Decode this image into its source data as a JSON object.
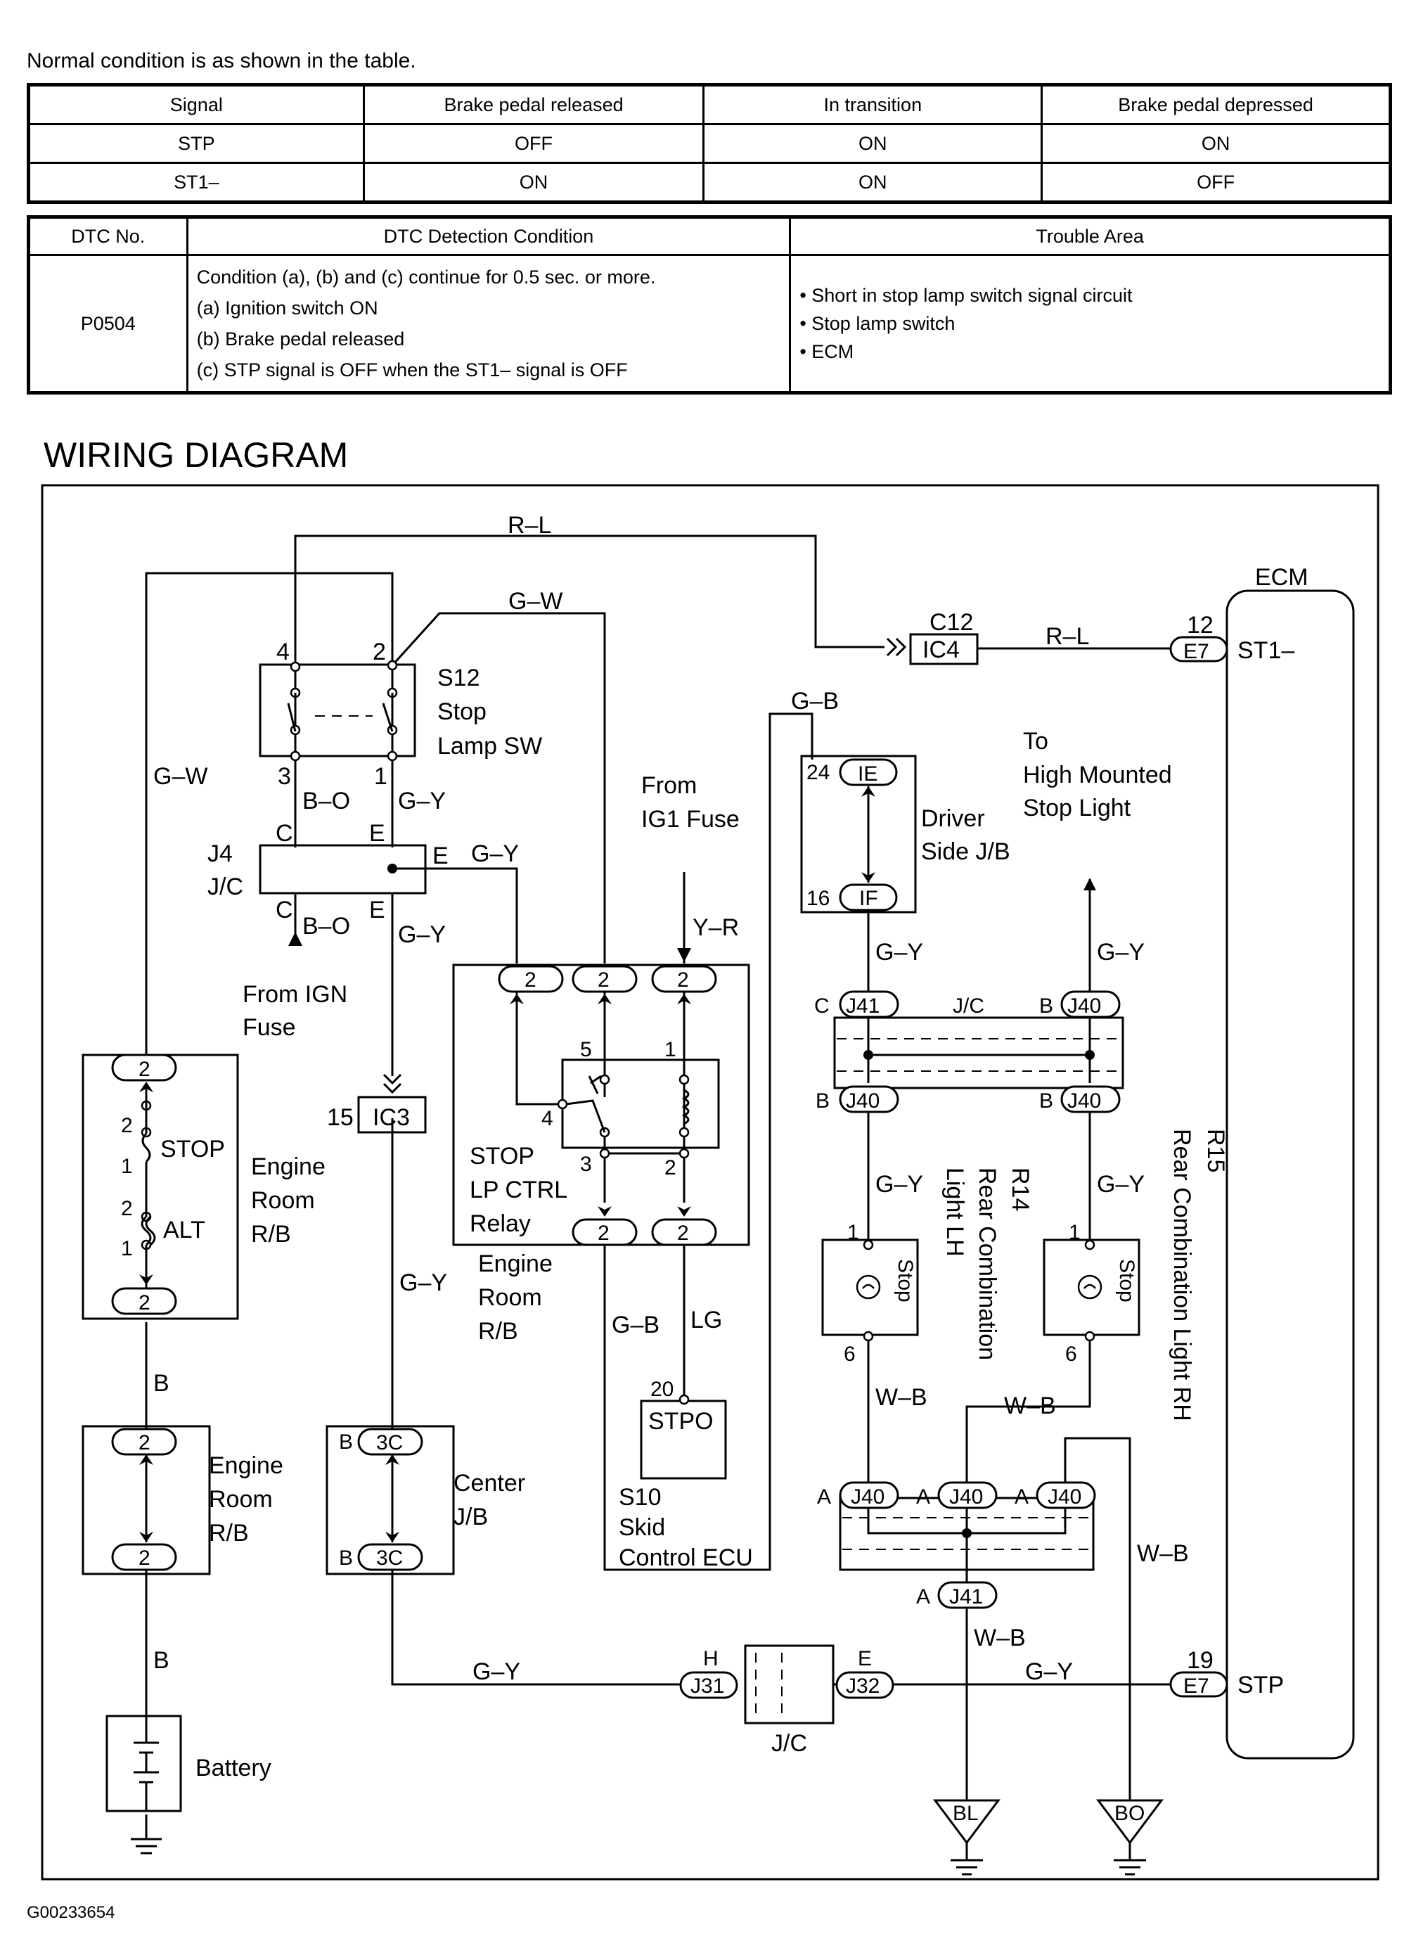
{
  "intro": "Normal condition is as shown in the table.",
  "signal_table": {
    "headers": [
      "Signal",
      "Brake pedal released",
      "In transition",
      "Brake pedal depressed"
    ],
    "rows": [
      [
        "STP",
        "OFF",
        "ON",
        "ON"
      ],
      [
        "ST1–",
        "ON",
        "ON",
        "OFF"
      ]
    ]
  },
  "dtc_table": {
    "headers": [
      "DTC No.",
      "DTC Detection Condition",
      "Trouble Area"
    ],
    "code": "P0504",
    "conditions": [
      "Condition (a), (b) and (c) continue for 0.5 sec. or more.",
      "(a) Ignition switch ON",
      "(b) Brake pedal released",
      "(c) STP signal is OFF when the ST1– signal is OFF"
    ],
    "areas": [
      "• Short in stop lamp switch signal circuit",
      "• Stop lamp switch",
      "• ECM"
    ]
  },
  "diagram_title": "WIRING DIAGRAM",
  "figure_id": "G00233654",
  "diagram": {
    "wires": {
      "rl_top": "R–L",
      "rl_ecm": "R–L",
      "gw_top": "G–W",
      "gw_left": "G–W",
      "gb_top": "G–B",
      "bo_upper": "B–O",
      "gy_upper": "G–Y",
      "gy_j4e": "G–Y",
      "bo_lower": "B–O",
      "gy_lower": "G–Y",
      "yr": "Y–R",
      "gy_ic3": "G–Y",
      "gb_relay": "G–B",
      "lg": "LG",
      "b_upper": "B",
      "b_lower": "B",
      "gy_jb": "G–Y",
      "gy_hm": "G–Y",
      "gy_lh": "G–Y",
      "gy_rh": "G–Y",
      "wb_lh": "W–B",
      "wb_rh": "W–B",
      "wb_right": "W–B",
      "wb_bottom": "W–B",
      "gy_bot_left": "G–Y",
      "gy_bot_right": "G–Y"
    },
    "ecm": {
      "label": "ECM",
      "st1_pin": "12",
      "st1_conn": "E7",
      "st1_label": "ST1–",
      "stp_pin": "19",
      "stp_conn": "E7",
      "stp_label": "STP"
    },
    "c12": {
      "label": "C12",
      "conn": "IC4"
    },
    "s12": {
      "id": "S12",
      "name1": "Stop",
      "name2": "Lamp SW",
      "pin_tl": "4",
      "pin_tr": "2",
      "pin_bl": "3",
      "pin_br": "1"
    },
    "j4": {
      "id": "J4",
      "name": "J/C",
      "c_top": "C",
      "e_top": "E",
      "e_right": "E",
      "c_bot": "C",
      "e_bot": "E"
    },
    "from_ign": {
      "line1": "From IGN",
      "line2": "Fuse"
    },
    "from_ig1": {
      "line1": "From",
      "line2": "IG1 Fuse"
    },
    "rb1": {
      "top": "2",
      "bot": "2",
      "p2a": "2",
      "p1a": "1",
      "p2b": "2",
      "p1b": "1",
      "stop": "STOP",
      "alt": "ALT",
      "l1": "Engine",
      "l2": "Room",
      "l3": "R/B"
    },
    "rb2": {
      "top": "2",
      "bot": "2",
      "l1": "Engine",
      "l2": "Room",
      "l3": "R/B"
    },
    "ic3": {
      "pin": "15",
      "conn": "IC3"
    },
    "cjb": {
      "pin_top_prefix": "B",
      "top": "3C",
      "pin_bot_prefix": "B",
      "bot": "3C",
      "l1": "Center",
      "l2": "J/B"
    },
    "relay": {
      "t1": "2",
      "t2": "2",
      "t3": "2",
      "b1": "2",
      "b2": "2",
      "p5": "5",
      "p1": "1",
      "p4": "4",
      "p3": "3",
      "p2": "2",
      "l1": "STOP",
      "l2": "LP CTRL",
      "l3": "Relay",
      "rb1": "Engine",
      "rb2": "Room",
      "rb3": "R/B"
    },
    "s10": {
      "pin": "20",
      "conn": "STPO",
      "id": "S10",
      "l1": "Skid",
      "l2": "Control ECU"
    },
    "djb": {
      "p24": "24",
      "c24": "IE",
      "p16": "16",
      "c16": "IF",
      "l1": "Driver",
      "l2": "Side J/B"
    },
    "hm": {
      "l1": "To",
      "l2": "High Mounted",
      "l3": "Stop Light"
    },
    "jc_upper": {
      "ct_pre": "C",
      "ct": "J41",
      "label": "J/C",
      "bt_pre": "B",
      "bt": "J40",
      "bl_pre": "B",
      "bl": "J40",
      "br_pre": "B",
      "br": "J40"
    },
    "r14": {
      "id": "R14",
      "l1": "Rear Combination",
      "l2": "Light LH",
      "p1": "1",
      "p6": "6",
      "lamp": "Stop"
    },
    "r15": {
      "id": "R15",
      "l1": "Rear Combination Light RH",
      "p1": "1",
      "p6": "6",
      "lamp": "Stop"
    },
    "jc_lower": {
      "a1_pre": "A",
      "a1": "J40",
      "a2_pre": "A",
      "a2": "J40",
      "a3_pre": "A",
      "a3": "J40",
      "b_pre": "A",
      "b": "J41"
    },
    "jc_bottom": {
      "h": "H",
      "j31": "J31",
      "e": "E",
      "j32": "J32",
      "label": "J/C"
    },
    "battery": "Battery",
    "ground_bl": "BL",
    "ground_bo": "BO"
  }
}
